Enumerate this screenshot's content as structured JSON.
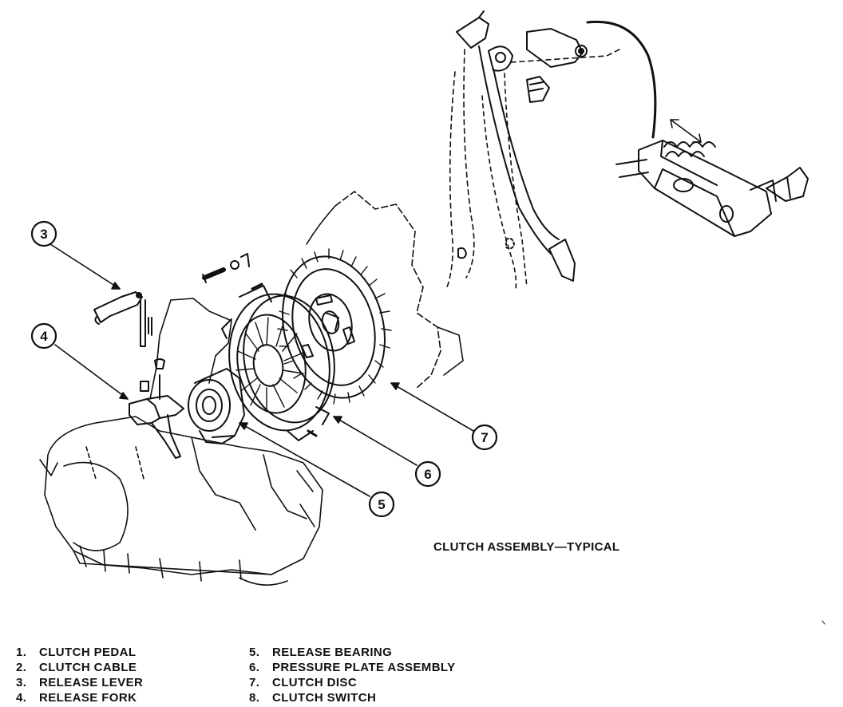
{
  "caption": "CLUTCH ASSEMBLY—TYPICAL",
  "callouts": {
    "c3": "3",
    "c4": "4",
    "c5": "5",
    "c6": "6",
    "c7": "7"
  },
  "legend": {
    "left": [
      {
        "num": "1.",
        "label": "CLUTCH PEDAL"
      },
      {
        "num": "2.",
        "label": "CLUTCH CABLE"
      },
      {
        "num": "3.",
        "label": "RELEASE LEVER"
      },
      {
        "num": "4.",
        "label": "RELEASE FORK"
      }
    ],
    "right": [
      {
        "num": "5.",
        "label": "RELEASE BEARING"
      },
      {
        "num": "6.",
        "label": "PRESSURE PLATE ASSEMBLY"
      },
      {
        "num": "7.",
        "label": "CLUTCH DISC"
      },
      {
        "num": "8.",
        "label": "CLUTCH SWITCH"
      }
    ]
  },
  "colors": {
    "ink": "#111111",
    "paper": "#ffffff"
  }
}
